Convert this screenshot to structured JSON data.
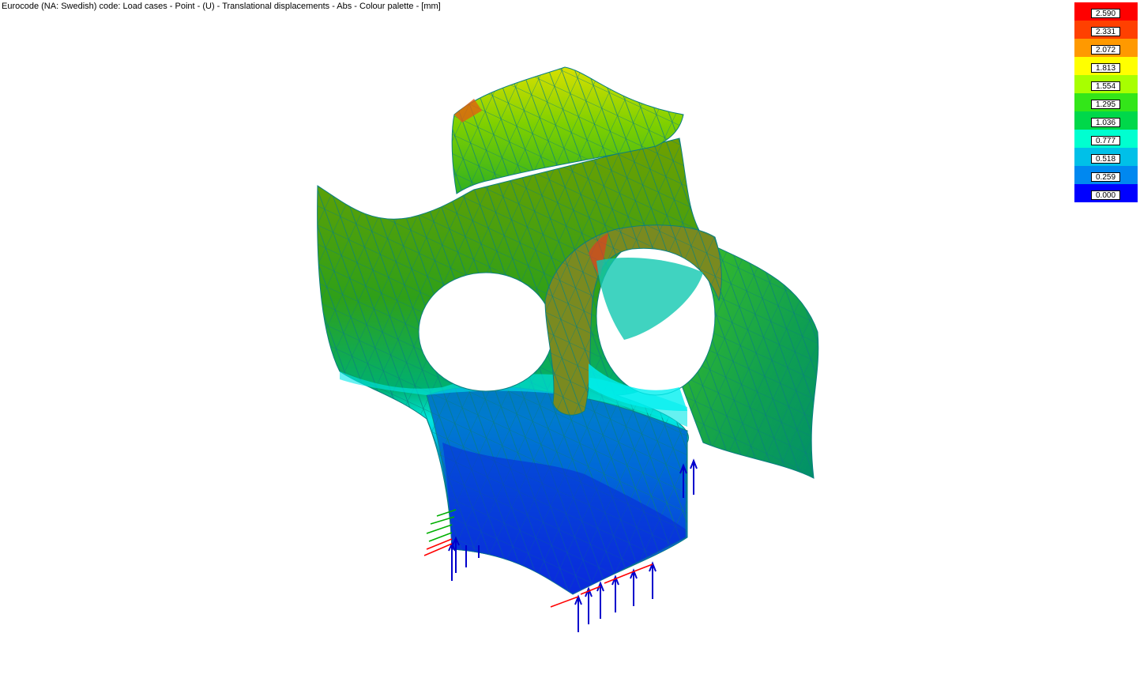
{
  "viewport": {
    "title": "Eurocode (NA: Swedish) code: Load cases - Point - (U) - Translational displacements - Abs - Colour palette - [mm]"
  },
  "legend": {
    "unit": "mm",
    "items": [
      {
        "value": "2.590",
        "color": "#ff0000"
      },
      {
        "value": "2.331",
        "color": "#ff4000"
      },
      {
        "value": "2.072",
        "color": "#ff9900"
      },
      {
        "value": "1.813",
        "color": "#ffff00"
      },
      {
        "value": "1.554",
        "color": "#a8ff00"
      },
      {
        "value": "1.295",
        "color": "#33e619"
      },
      {
        "value": "1.036",
        "color": "#00d84a"
      },
      {
        "value": "0.777",
        "color": "#00ffd0"
      },
      {
        "value": "0.518",
        "color": "#00c0e8"
      },
      {
        "value": "0.259",
        "color": "#0088f0"
      },
      {
        "value": "0.000",
        "color": "#0000ff"
      }
    ]
  },
  "model": {
    "type": "FE mesh shell – translational displacement contour",
    "mesh_line_color": "#008080",
    "support_arrow_color": "#0000cc",
    "load_arrow_colors": [
      "#ff0000",
      "#00b000"
    ]
  }
}
